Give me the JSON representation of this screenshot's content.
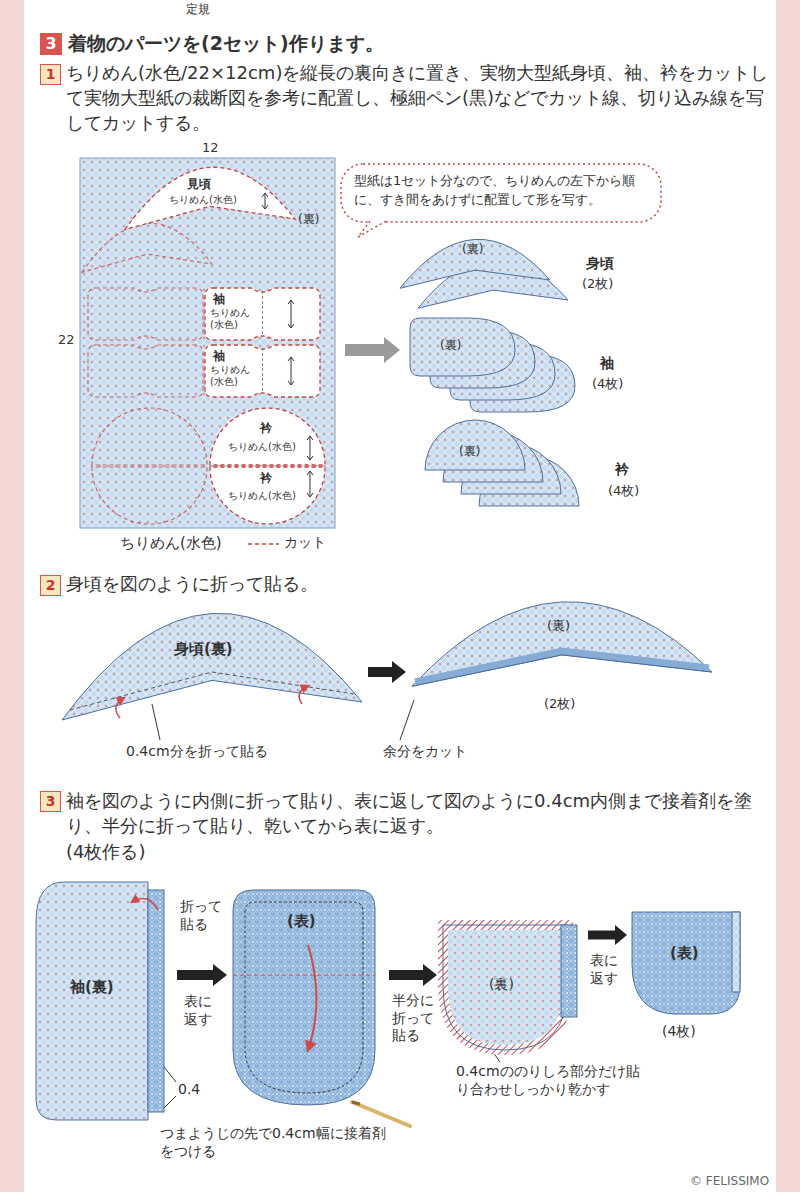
{
  "diagram": {
    "title": "着物のパーツを(2セット)作ります。",
    "nodes": [
      {
        "text": [
          "ちりめん(水色)"
        ]
      },
      {
        "text": [
          "見頃",
          "ちりめん(水色)"
        ],
        "in": 0
      },
      {
        "text": [
          "袖",
          "ちりめん(水色)"
        ],
        "in": 0
      },
      {
        "text": [
          "袖",
          "ちりめん(水色)"
        ],
        "in": 0
      },
      {
        "text": [
          "衿",
          "ちりめん(水色)"
        ],
        "in": 0
      },
      {
        "text": [
          "衿",
          "ちりめん(水色)"
        ],
        "in": 0
      },
      {
        "text": [
          "型紙は1セット分なので、ちりめんの左下から順に、すき間をあけずに配置して形を写す。"
        ]
      },
      {
        "text": [
          "(裏)",
          "身頃",
          "(2枚)"
        ]
      },
      {
        "text": [
          "(裏)",
          "袖",
          "(4枚)"
        ]
      },
      {
        "text": [
          "(裏)",
          "衿",
          "(4枚)"
        ]
      },
      {
        "text": [
          "身頃(裏)"
        ]
      },
      {
        "text": [
          "(裏)",
          "(2枚)"
        ]
      },
      {
        "text": [
          "袖(裏)"
        ]
      },
      {
        "text": [
          "(表)"
        ]
      },
      {
        "text": [
          "(裏)"
        ]
      },
      {
        "text": [
          "(表)",
          "(4枚)"
        ]
      }
    ],
    "edges": [
      {
        "from": 0,
        "to": 8,
        "arrow": "to"
      },
      {
        "from": 10,
        "to": 11,
        "arrow": "to"
      },
      {
        "from": 12,
        "to": 13,
        "arrow": "to",
        "label": "表に返す"
      },
      {
        "from": 13,
        "to": 14,
        "arrow": "to",
        "label": "半分に折って貼る"
      },
      {
        "from": 14,
        "to": 15,
        "arrow": "to",
        "label": "表に返す"
      }
    ],
    "labels": [
      "定規",
      "3",
      "1",
      "ちりめん(水色/22×12cm)を縦長の裏向きに置き、実物大型紙身頃、袖、衿をカットして実物大型紙の裁断図を参考に配置し、極細ペン(黒)などでカット線、切り込み線を写してカットする。",
      "12",
      "22",
      "(裏)",
      "2",
      "身頃を図のように折って貼る。",
      "0.4cm分を折って貼る",
      "余分をカット",
      "3",
      "袖を図のように内側に折って貼り、表に返して図のように0.4cm内側まで接着剤を塗り、半分に折って貼り、乾いてから表に返す。",
      "(4枚作る)",
      "折って貼る",
      "0.4",
      "つまようじの先で0.4cm幅に接着剤をつける",
      "0.4cmののりしろ部分だけ貼り合わせしっかり乾かす",
      "© FELISSIMO"
    ],
    "legend": [
      {
        "text": "カット"
      }
    ]
  }
}
